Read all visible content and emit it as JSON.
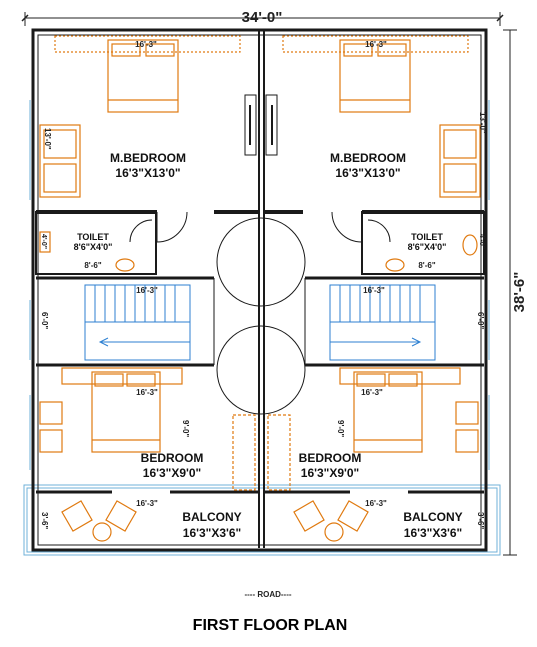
{
  "overall": {
    "width": "34'-0\"",
    "depth": "38'-6\""
  },
  "rooms": {
    "master_left": {
      "name": "M.BEDROOM",
      "size": "16'3\"X13'0\""
    },
    "master_right": {
      "name": "M.BEDROOM",
      "size": "16'3\"X13'0\""
    },
    "toilet_left": {
      "name": "TOILET",
      "size": "8'6\"X4'0\""
    },
    "toilet_right": {
      "name": "TOILET",
      "size": "8'6\"X4'0\""
    },
    "bedroom_left": {
      "name": "BEDROOM",
      "size": "16'3\"X9'0\""
    },
    "bedroom_right": {
      "name": "BEDROOM",
      "size": "16'3\"X9'0\""
    },
    "balcony_left": {
      "name": "BALCONY",
      "size": "16'3\"X3'6\""
    },
    "balcony_right": {
      "name": "BALCONY",
      "size": "16'3\"X3'6\""
    }
  },
  "dims": {
    "bed_top": "16'-3\"",
    "master_height": "13'-0\"",
    "toilet_width": "8'-6\"",
    "toilet_height": "4'-0\"",
    "stair_width": "16'-3\"",
    "stair_height": "6'-0\"",
    "bedroom_width": "16'-3\"",
    "bedroom_height": "9'-0\"",
    "balcony_width": "16'-3\"",
    "balcony_height": "3'-6\""
  },
  "road": "---- ROAD----",
  "title": "FIRST FLOOR PLAN",
  "colors": {
    "wall": "#1a1a1a",
    "furniture": "#e07a10",
    "stair": "#2c7fd1",
    "window": "#6fb1d8"
  }
}
